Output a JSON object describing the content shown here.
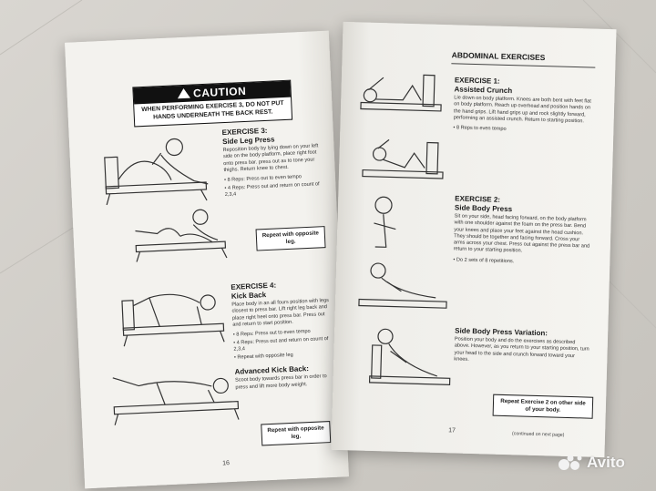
{
  "left_page": {
    "caution": {
      "heading": "CAUTION",
      "text": "WHEN PERFORMING EXERCISE 3, DO NOT PUT HANDS UNDERNEATH THE BACK REST."
    },
    "exercise3": {
      "title": "EXERCISE 3:",
      "name": "Side Leg Press",
      "body": "Reposition body by lying down on your left side on the body platform, place right foot onto press bar. press out as to tone your thighs. Return knee to chest.",
      "bullets": [
        "• 8 Reps: Press out to even tempo",
        "• 4 Reps: Press out and return on count of 2,3,4"
      ],
      "repeat": "Repeat with opposite leg."
    },
    "exercise4": {
      "title": "EXERCISE 4:",
      "name": "Kick Back",
      "body": "Place body in an all fours position with legs closest to press bar. Lift right leg back and place right heel onto press bar. Press out and return to start position.",
      "bullets": [
        "• 8 Reps: Press out to even tempo",
        "• 4 Reps: Press out and return on count of 2,3,4",
        "• Repeat with opposite leg"
      ],
      "advanced_title": "Advanced Kick Back:",
      "advanced_body": "Scoot body towards press bar in order to press and lift more body weight.",
      "repeat": "Repeat with opposite leg."
    },
    "page_number": "16"
  },
  "right_page": {
    "section_title": "ABDOMINAL EXERCISES",
    "exercise1": {
      "title": "EXERCISE 1:",
      "name": "Assisted Crunch",
      "body": "Lie down on body platform. Knees are both bent with feet flat on body platform. Reach up overhead and position hands on the hand grips. Lift hand grips up and rock slightly forward, performing an assisted crunch. Return to starting position.",
      "bullets": [
        "• 8 Reps to even tempo"
      ]
    },
    "exercise2": {
      "title": "EXERCISE 2:",
      "name": "Side Body Press",
      "body": "Sit on your side, head facing forward, on the body platform with one shoulder against the foam on the press bar. Bend your knees and place your feet against the head cushion. They should be together and facing forward. Cross your arms across your chest. Press out against the press bar and return to your starting position.",
      "bullets": [
        "• Do 2 sets of 8 repetitions."
      ]
    },
    "variation": {
      "title": "Side Body Press Variation:",
      "body": "Position your body and do the exercises as described above. However, as you return to your starting position, turn your head to the side and crunch forward toward your knees."
    },
    "repeat": "Repeat Exercise 2 on other side of your body.",
    "page_number": "17",
    "continued": "(continued on next page)"
  },
  "watermark": {
    "word": "Avito"
  },
  "icons": [
    "caution-icon",
    "avito-logo-icon"
  ],
  "colors": {
    "page": "#f4f3ef",
    "ink": "#1b1b1b",
    "background": "#cfccc6"
  }
}
